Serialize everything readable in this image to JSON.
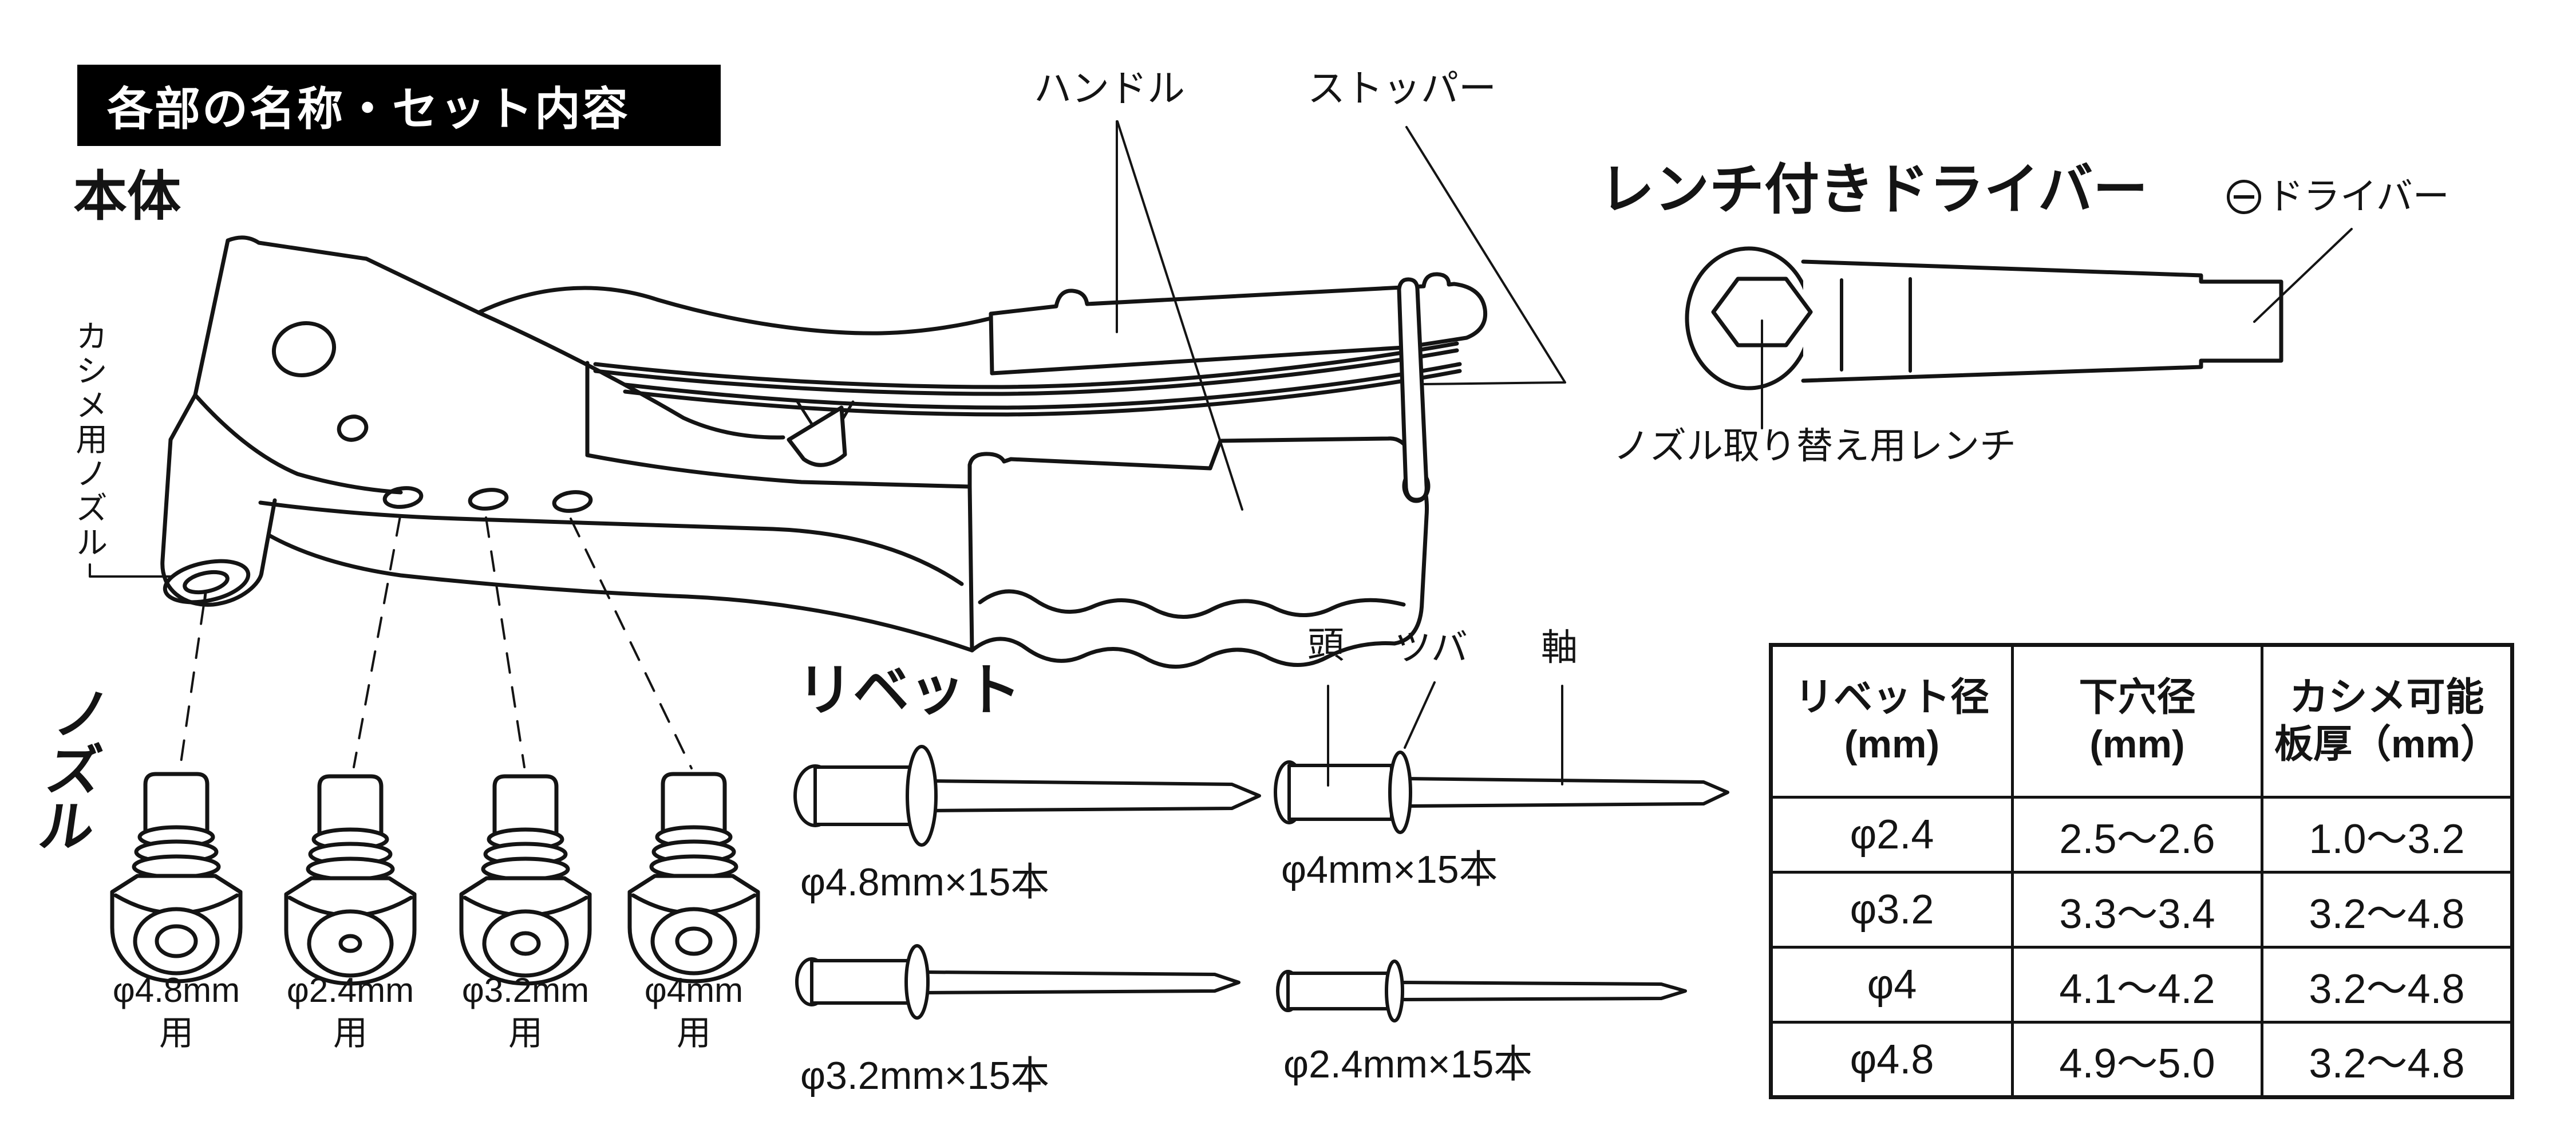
{
  "page": {
    "background": "#ffffff",
    "ink": "#141414"
  },
  "header": {
    "section_title": "各部の名称・セット内容"
  },
  "main_unit": {
    "title": "本体",
    "labels": {
      "handle": "ハンドル",
      "stopper": "ストッパー",
      "crimp_nozzle": "カシメ用ノズル"
    }
  },
  "wrench_driver": {
    "title": "レンチ付きドライバー",
    "driver_symbol": "⊖",
    "driver_label": "ドライバー",
    "wrench_label": "ノズル取り替え用レンチ"
  },
  "nozzles": {
    "title": "ノズル",
    "items": [
      {
        "size": "φ4.8mm",
        "suffix": "用"
      },
      {
        "size": "φ2.4mm",
        "suffix": "用"
      },
      {
        "size": "φ3.2mm",
        "suffix": "用"
      },
      {
        "size": "φ4mm",
        "suffix": "用"
      }
    ]
  },
  "rivets": {
    "title": "リベット",
    "part_labels": {
      "head": "頭",
      "flange": "ツバ",
      "shaft": "軸"
    },
    "items": [
      {
        "label": "φ4.8mm×15本"
      },
      {
        "label": "φ3.2mm×15本"
      },
      {
        "label": "φ4mm×15本"
      },
      {
        "label": "φ2.4mm×15本"
      }
    ]
  },
  "spec_table": {
    "headers": [
      {
        "line1": "リベット径",
        "line2": "(mm)"
      },
      {
        "line1": "下穴径",
        "line2": "(mm)"
      },
      {
        "line1": "カシメ可能",
        "line2": "板厚（mm）"
      }
    ],
    "rows": [
      [
        "φ2.4",
        "2.5〜2.6",
        "1.0〜3.2"
      ],
      [
        "φ3.2",
        "3.3〜3.4",
        "3.2〜4.8"
      ],
      [
        "φ4",
        "4.1〜4.2",
        "3.2〜4.8"
      ],
      [
        "φ4.8",
        "4.9〜5.0",
        "3.2〜4.8"
      ]
    ]
  }
}
